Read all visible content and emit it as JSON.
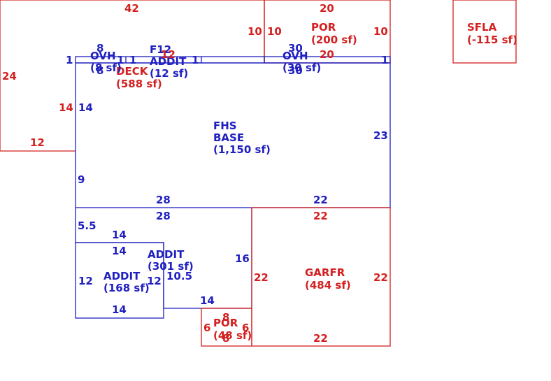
{
  "colors": {
    "red": "#d42020",
    "blue": "#2020c0"
  },
  "areas": {
    "deck": {
      "name": "DECK",
      "area": "(588 sf)"
    },
    "por_top": {
      "name": "POR",
      "area": "(200 sf)"
    },
    "sfla": {
      "name": "SFLA",
      "area": "(-115 sf)"
    },
    "ovh_left": {
      "name": "OVH",
      "area": "(8 sf)"
    },
    "ovh_right": {
      "name": "OVH",
      "area": "(30 sf)"
    },
    "addit_small": {
      "name": "ADDIT",
      "area": "(12 sf)",
      "overlap": "F12"
    },
    "fhs_base": {
      "line1": "FHS",
      "line2": "BASE",
      "area": "(1,150 sf)"
    },
    "addit_301": {
      "name": "ADDIT",
      "area": "(301 sf)"
    },
    "addit_168": {
      "name": "ADDIT",
      "area": "(168 sf)"
    },
    "garfr": {
      "name": "GARFR",
      "area": "(484 sf)"
    },
    "por_bottom": {
      "name": "POR",
      "area": "(48 sf)"
    }
  },
  "dims": {
    "deck_top": "42",
    "deck_left": "24",
    "deck_bottom": "12",
    "deck_right": "14",
    "por_top": "20",
    "por_left_outer": "10",
    "por_left_inner": "10",
    "por_right": "10",
    "por_bottom": "20",
    "ovh_left_top": "8",
    "ovh_left_bottom": "8",
    "ovh_left_side_l": "1",
    "ovh_left_side_r": "1",
    "addit_small_side_l": "1",
    "addit_small_side_r": "1",
    "addit_small_top": "12",
    "ovh_right_top": "30",
    "ovh_right_bottom": "30",
    "ovh_right_side": "1",
    "base_left_top": "14",
    "base_left_bottom": "9",
    "base_right": "23",
    "base_bottom_left": "28",
    "base_bottom_right": "22",
    "a301_top": "28",
    "a301_left": "5.5",
    "a301_right": "16",
    "a301_inner_top": "14",
    "a301_inner_right": "10.5",
    "a301_bottom": "14",
    "a168_top": "14",
    "a168_left": "12",
    "a168_right": "12",
    "a168_bottom": "14",
    "gar_top": "22",
    "gar_left": "22",
    "gar_right": "22",
    "gar_bottom": "22",
    "porb_top": "8",
    "porb_left": "6",
    "porb_right": "6",
    "porb_bottom": "8"
  }
}
